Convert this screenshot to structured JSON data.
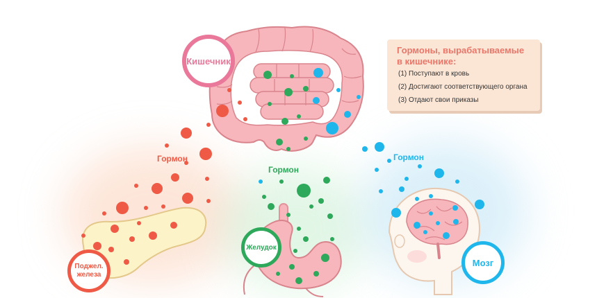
{
  "info_box": {
    "title_line1": "Гормоны, вырабатываемые",
    "title_line2": "в кишечнике:",
    "items": [
      "(1) Поступают в кровь",
      "(2) Достигают соответствующего органа",
      "(3) Отдают свои приказы"
    ]
  },
  "organs": {
    "intestine": "Кишечник",
    "pancreas_line1": "Поджел.",
    "pancreas_line2": "железа",
    "stomach": "Желудок",
    "brain": "Мозг"
  },
  "hormone_labels": {
    "left": "Гормон",
    "middle": "Гормон",
    "right": "Гормон"
  },
  "colors": {
    "pancreas_hormone": "#ee5a45",
    "stomach_hormone": "#2ea85a",
    "brain_hormone": "#1fb6ec",
    "intestine_ring": "#e9789a",
    "organ_pink": "#f7b5bc",
    "organ_outline": "#d9848c",
    "pancreas_fill": "#fdf3c8",
    "title_accent": "#e8776a"
  }
}
